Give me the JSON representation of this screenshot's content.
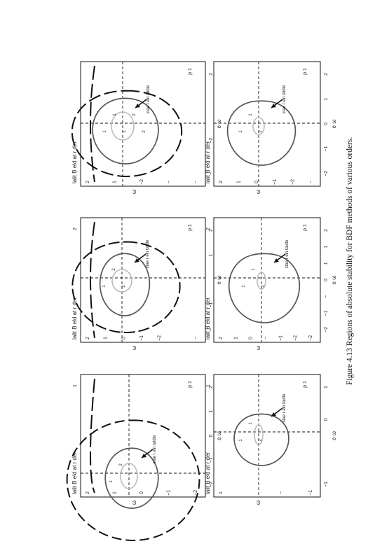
{
  "figure": {
    "caption": "Figure 4.13  Regions of absolute stability for BDF methods of various orders.",
    "panels": [
      {
        "title": "lalit  B eld at r der",
        "xlabel": "e  ω",
        "ylabel": "ω",
        "xticks": [
          "−2",
          "−1",
          "0",
          "1",
          "2"
        ],
        "yticks": [
          "2",
          "1",
          "0",
          "−1",
          "−2"
        ],
        "region_label": "stae r eln taldle",
        "order_label": "p 1",
        "contour_labels": [
          "1",
          "2"
        ],
        "top_tick": "1"
      },
      {
        "title": "lalit  B eld at r der",
        "xlabel": "e  ω",
        "ylabel": "ω",
        "xticks": [
          "−",
          "−1",
          "",
          "1",
          "2"
        ],
        "yticks": [
          "2",
          "1",
          "0",
          "−1",
          "−2",
          "",
          "−"
        ],
        "region_label": "stae r eln taldle",
        "order_label": "p 1",
        "contour_labels": [
          "1",
          "2",
          "2"
        ],
        "top_tick": "2"
      },
      {
        "title": "lalit  B eld at r der",
        "xlabel": "e  ω",
        "ylabel": "ω",
        "xticks": [
          "−",
          "−2",
          "",
          "2"
        ],
        "yticks": [
          "2",
          "1",
          "−2",
          "−",
          "−"
        ],
        "region_label": "stae r eln taldle",
        "order_label": "p 1",
        "contour_labels": [
          "1",
          "1",
          "1",
          "2",
          "2"
        ],
        "top_tick": ""
      },
      {
        "title": "lalit  B eld at r der",
        "xlabel": "e  ω",
        "ylabel": "ω",
        "xticks": [
          "−1",
          "",
          "0",
          "1"
        ],
        "yticks": [
          "1",
          "",
          "−",
          "−1"
        ],
        "region_label": "stae r eln taldle",
        "order_label": "p 1",
        "contour_labels": [
          "1",
          "1",
          "2"
        ],
        "top_tick": "1"
      },
      {
        "title": "lalit  B eld at r der",
        "xlabel": "e  ω",
        "ylabel": "ω",
        "xticks": [
          "−2",
          "−1",
          "−",
          "0",
          "1",
          "1",
          "2"
        ],
        "yticks": [
          "2",
          "1",
          "0",
          "−",
          "−1",
          "−2",
          "−2"
        ],
        "region_label": "stae r eln taldle",
        "order_label": "p 1",
        "contour_labels": [
          "1",
          "1",
          "2"
        ],
        "top_tick": "2"
      },
      {
        "title": "lalit  B eld at r der",
        "xlabel": "e  ω",
        "ylabel": "ω",
        "xticks": [
          "−2",
          "−1",
          "0",
          "1",
          "2"
        ],
        "yticks": [
          "2",
          "1",
          "0",
          "−1",
          "−2",
          "−"
        ],
        "region_label": "stae r eln taldle",
        "order_label": "p 1",
        "contour_labels": [
          "1",
          "1",
          "2"
        ],
        "top_tick": ""
      }
    ]
  }
}
